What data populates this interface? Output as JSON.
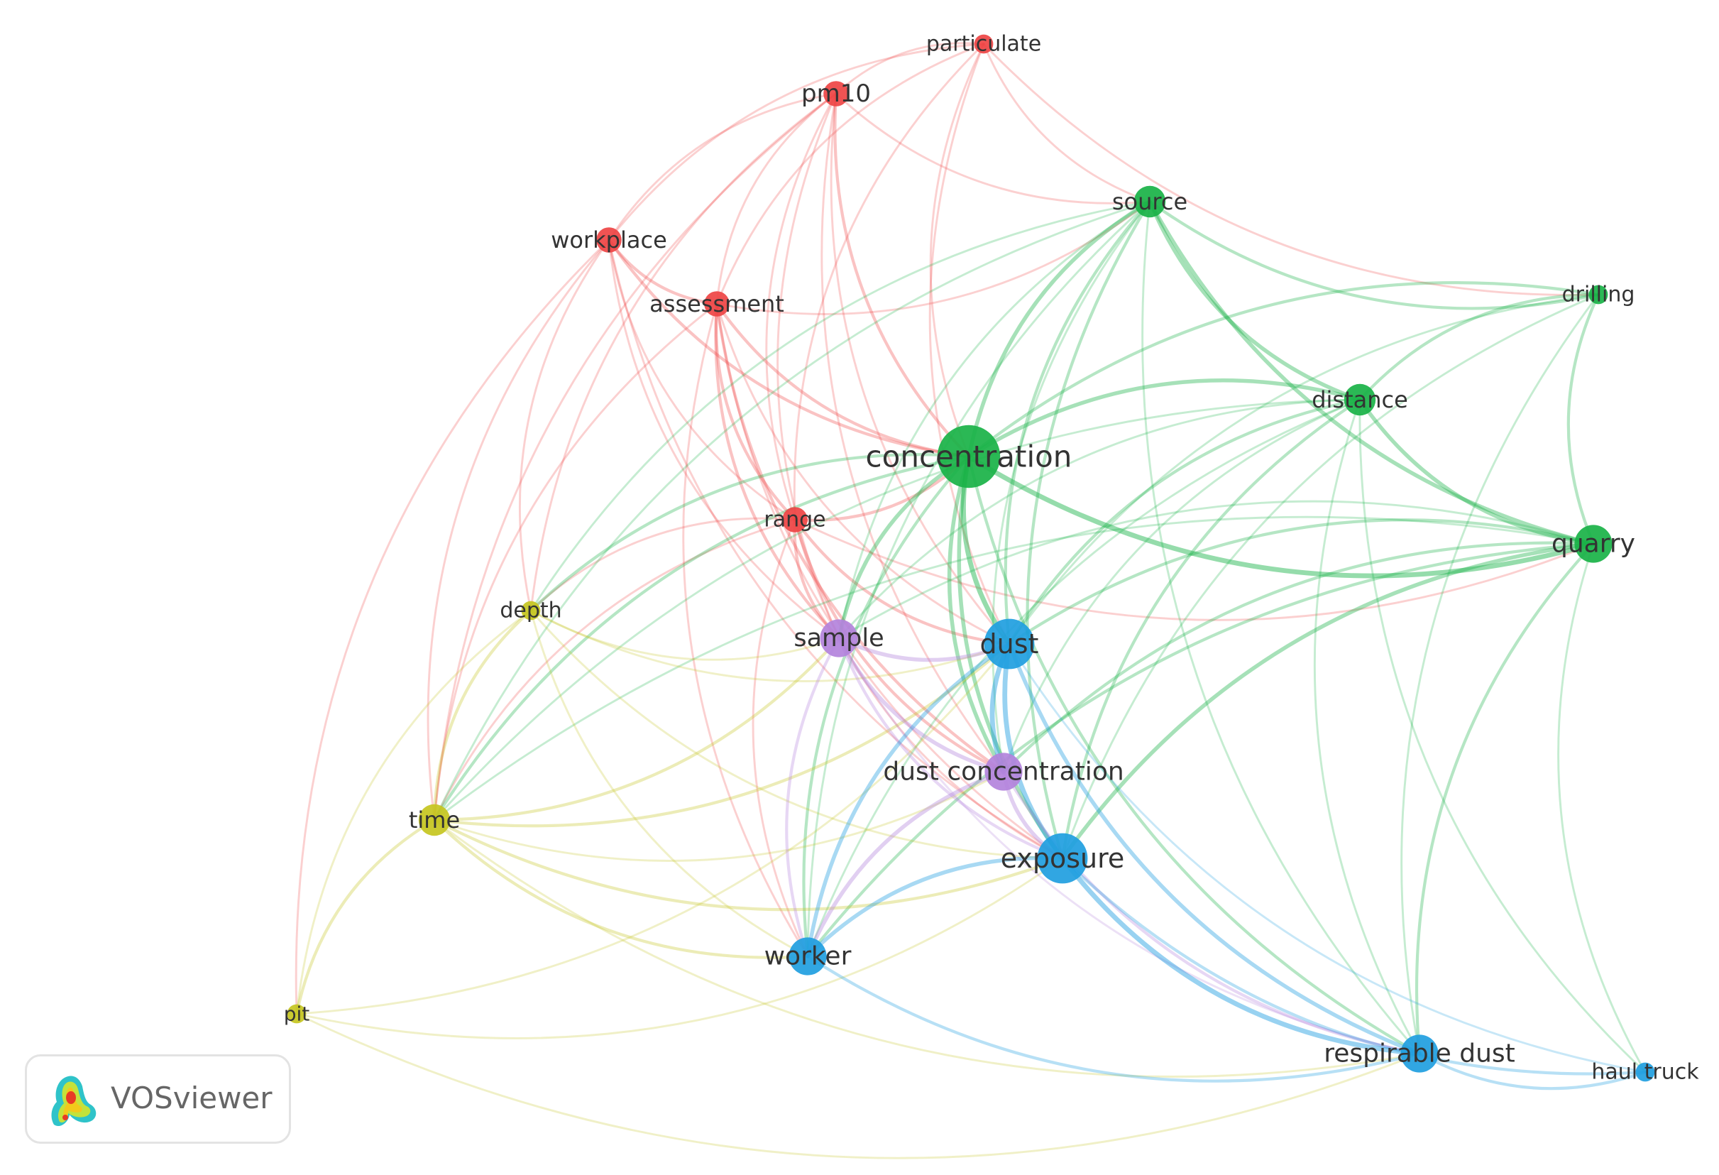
{
  "brand": {
    "name": "VOSviewer"
  },
  "network": {
    "clusters": {
      "red": "#ee4444",
      "green": "#19b247",
      "blue": "#1f9ee0",
      "yellow": "#c5c520",
      "purple": "#b383dc"
    },
    "nodes": [
      {
        "id": "particulate",
        "label": "particulate",
        "cluster": "red",
        "weight": 1
      },
      {
        "id": "pm10",
        "label": "pm10",
        "cluster": "red",
        "weight": 2
      },
      {
        "id": "workplace",
        "label": "workplace",
        "cluster": "red",
        "weight": 2
      },
      {
        "id": "assessment",
        "label": "assessment",
        "cluster": "red",
        "weight": 2
      },
      {
        "id": "range",
        "label": "range",
        "cluster": "red",
        "weight": 2
      },
      {
        "id": "source",
        "label": "source",
        "cluster": "green",
        "weight": 3
      },
      {
        "id": "drilling",
        "label": "drilling",
        "cluster": "green",
        "weight": 1
      },
      {
        "id": "distance",
        "label": "distance",
        "cluster": "green",
        "weight": 3
      },
      {
        "id": "concentration",
        "label": "concentration",
        "cluster": "green",
        "weight": 8
      },
      {
        "id": "quarry",
        "label": "quarry",
        "cluster": "green",
        "weight": 4
      },
      {
        "id": "depth",
        "label": "depth",
        "cluster": "yellow",
        "weight": 1
      },
      {
        "id": "time",
        "label": "time",
        "cluster": "yellow",
        "weight": 3
      },
      {
        "id": "pit",
        "label": "pit",
        "cluster": "yellow",
        "weight": 1
      },
      {
        "id": "sample",
        "label": "sample",
        "cluster": "purple",
        "weight": 4
      },
      {
        "id": "dust_concentration",
        "label": "dust concentration",
        "cluster": "purple",
        "weight": 4
      },
      {
        "id": "dust",
        "label": "dust",
        "cluster": "blue",
        "weight": 6
      },
      {
        "id": "exposure",
        "label": "exposure",
        "cluster": "blue",
        "weight": 6
      },
      {
        "id": "worker",
        "label": "worker",
        "cluster": "blue",
        "weight": 4
      },
      {
        "id": "respirable_dust",
        "label": "respirable dust",
        "cluster": "blue",
        "weight": 4
      },
      {
        "id": "haul_truck",
        "label": "haul truck",
        "cluster": "blue",
        "weight": 1
      }
    ],
    "links": [
      [
        "particulate",
        "pm10",
        1
      ],
      [
        "particulate",
        "source",
        1
      ],
      [
        "particulate",
        "assessment",
        1
      ],
      [
        "particulate",
        "concentration",
        1
      ],
      [
        "particulate",
        "range",
        1
      ],
      [
        "particulate",
        "dust",
        1
      ],
      [
        "particulate",
        "drilling",
        1
      ],
      [
        "particulate",
        "workplace",
        1
      ],
      [
        "pm10",
        "workplace",
        1
      ],
      [
        "pm10",
        "assessment",
        1
      ],
      [
        "pm10",
        "concentration",
        2
      ],
      [
        "pm10",
        "source",
        1
      ],
      [
        "pm10",
        "range",
        1
      ],
      [
        "pm10",
        "sample",
        1
      ],
      [
        "pm10",
        "dust",
        1
      ],
      [
        "pm10",
        "dust_concentration",
        1
      ],
      [
        "pm10",
        "time",
        1
      ],
      [
        "pm10",
        "depth",
        1
      ],
      [
        "workplace",
        "assessment",
        2
      ],
      [
        "workplace",
        "range",
        1
      ],
      [
        "workplace",
        "concentration",
        2
      ],
      [
        "workplace",
        "time",
        1
      ],
      [
        "workplace",
        "exposure",
        1
      ],
      [
        "workplace",
        "depth",
        1
      ],
      [
        "workplace",
        "sample",
        1
      ],
      [
        "workplace",
        "pit",
        1
      ],
      [
        "assessment",
        "range",
        2
      ],
      [
        "assessment",
        "concentration",
        2
      ],
      [
        "assessment",
        "sample",
        2
      ],
      [
        "assessment",
        "dust",
        1
      ],
      [
        "assessment",
        "exposure",
        1
      ],
      [
        "assessment",
        "dust_concentration",
        2
      ],
      [
        "assessment",
        "worker",
        1
      ],
      [
        "assessment",
        "source",
        1
      ],
      [
        "assessment",
        "time",
        1
      ],
      [
        "range",
        "concentration",
        2
      ],
      [
        "range",
        "sample",
        2
      ],
      [
        "range",
        "dust",
        2
      ],
      [
        "range",
        "dust_concentration",
        2
      ],
      [
        "range",
        "exposure",
        1
      ],
      [
        "range",
        "depth",
        1
      ],
      [
        "range",
        "time",
        1
      ],
      [
        "range",
        "quarry",
        1
      ],
      [
        "range",
        "worker",
        1
      ],
      [
        "source",
        "concentration",
        3
      ],
      [
        "source",
        "distance",
        3
      ],
      [
        "source",
        "quarry",
        3
      ],
      [
        "source",
        "drilling",
        2
      ],
      [
        "source",
        "dust",
        2
      ],
      [
        "source",
        "exposure",
        2
      ],
      [
        "source",
        "sample",
        1
      ],
      [
        "source",
        "time",
        1
      ],
      [
        "source",
        "depth",
        1
      ],
      [
        "source",
        "respirable_dust",
        1
      ],
      [
        "source",
        "worker",
        1
      ],
      [
        "source",
        "dust_concentration",
        1
      ],
      [
        "drilling",
        "distance",
        2
      ],
      [
        "drilling",
        "quarry",
        2
      ],
      [
        "drilling",
        "concentration",
        2
      ],
      [
        "drilling",
        "dust",
        1
      ],
      [
        "drilling",
        "respirable_dust",
        1
      ],
      [
        "drilling",
        "exposure",
        1
      ],
      [
        "distance",
        "concentration",
        3
      ],
      [
        "distance",
        "quarry",
        3
      ],
      [
        "distance",
        "dust",
        2
      ],
      [
        "distance",
        "exposure",
        2
      ],
      [
        "distance",
        "sample",
        1
      ],
      [
        "distance",
        "time",
        1
      ],
      [
        "distance",
        "respirable_dust",
        1
      ],
      [
        "distance",
        "haul_truck",
        1
      ],
      [
        "distance",
        "dust_concentration",
        1
      ],
      [
        "distance",
        "worker",
        1
      ],
      [
        "concentration",
        "quarry",
        4
      ],
      [
        "concentration",
        "dust",
        4
      ],
      [
        "concentration",
        "exposure",
        3
      ],
      [
        "concentration",
        "sample",
        3
      ],
      [
        "concentration",
        "dust_concentration",
        3
      ],
      [
        "concentration",
        "time",
        2
      ],
      [
        "concentration",
        "depth",
        2
      ],
      [
        "concentration",
        "worker",
        2
      ],
      [
        "concentration",
        "respirable_dust",
        2
      ],
      [
        "quarry",
        "dust",
        2
      ],
      [
        "quarry",
        "exposure",
        3
      ],
      [
        "quarry",
        "respirable_dust",
        2
      ],
      [
        "quarry",
        "worker",
        2
      ],
      [
        "quarry",
        "haul_truck",
        1
      ],
      [
        "quarry",
        "time",
        1
      ],
      [
        "quarry",
        "sample",
        1
      ],
      [
        "quarry",
        "dust_concentration",
        2
      ],
      [
        "depth",
        "time",
        2
      ],
      [
        "depth",
        "pit",
        1
      ],
      [
        "depth",
        "dust",
        1
      ],
      [
        "depth",
        "sample",
        1
      ],
      [
        "depth",
        "exposure",
        1
      ],
      [
        "depth",
        "worker",
        1
      ],
      [
        "time",
        "pit",
        2
      ],
      [
        "time",
        "sample",
        2
      ],
      [
        "time",
        "dust",
        2
      ],
      [
        "time",
        "exposure",
        2
      ],
      [
        "time",
        "worker",
        2
      ],
      [
        "time",
        "dust_concentration",
        1
      ],
      [
        "time",
        "respirable_dust",
        1
      ],
      [
        "pit",
        "dust",
        1
      ],
      [
        "pit",
        "exposure",
        1
      ],
      [
        "pit",
        "respirable_dust",
        1
      ],
      [
        "sample",
        "dust",
        3
      ],
      [
        "sample",
        "dust_concentration",
        3
      ],
      [
        "sample",
        "exposure",
        2
      ],
      [
        "sample",
        "worker",
        2
      ],
      [
        "sample",
        "respirable_dust",
        1
      ],
      [
        "dust",
        "dust_concentration",
        4
      ],
      [
        "dust",
        "exposure",
        4
      ],
      [
        "dust",
        "worker",
        3
      ],
      [
        "dust",
        "respirable_dust",
        3
      ],
      [
        "dust",
        "haul_truck",
        1
      ],
      [
        "dust_concentration",
        "exposure",
        3
      ],
      [
        "dust_concentration",
        "worker",
        3
      ],
      [
        "dust_concentration",
        "respirable_dust",
        2
      ],
      [
        "exposure",
        "worker",
        3
      ],
      [
        "exposure",
        "respirable_dust",
        4
      ],
      [
        "exposure",
        "haul_truck",
        2
      ],
      [
        "worker",
        "respirable_dust",
        2
      ],
      [
        "respirable_dust",
        "haul_truck",
        2
      ]
    ]
  }
}
